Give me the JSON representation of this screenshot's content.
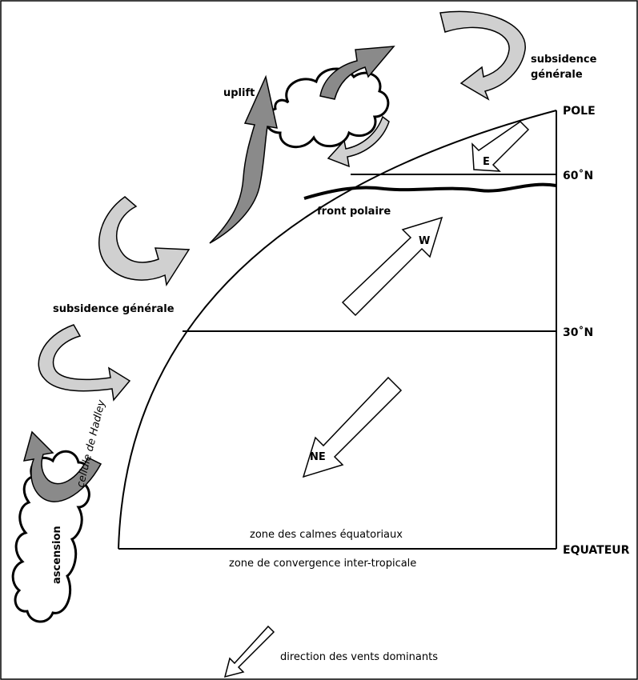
{
  "labels": {
    "uplift": "uplift",
    "subsidence_top_line1": "subsidence",
    "subsidence_top_line2": "générale",
    "pole": "POLE",
    "lat_60": "60˚N",
    "lat_30": "30˚N",
    "equator": "EQUATEUR",
    "front_polaire": "front polaire",
    "wind_e": "E",
    "wind_w": "W",
    "wind_ne": "NE",
    "subsidence_left": "subsidence générale",
    "hadley": "cellule de Hadley",
    "ascension": "ascension",
    "calmes": "zone des calmes équatoriaux",
    "convergence": "zone de convergence inter-tropicale",
    "legend": "direction des vents dominants"
  },
  "colors": {
    "light_arrow": "#d0d0d0",
    "dark_arrow": "#8a8a8a",
    "line": "#000000"
  }
}
